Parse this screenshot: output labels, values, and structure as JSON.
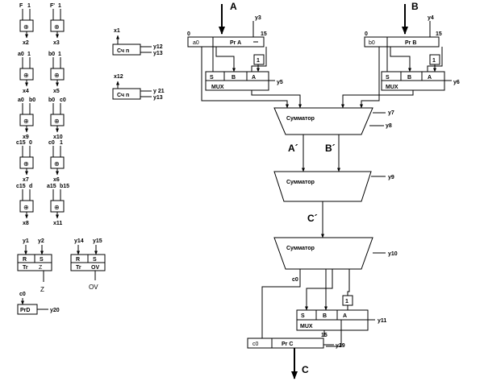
{
  "xor_gates": [
    {
      "in1": "F",
      "in2": "1",
      "out": "x2"
    },
    {
      "in1": "F'",
      "in2": "1",
      "out": "x3"
    },
    {
      "in1": "a0",
      "in2": "1",
      "out": "x4"
    },
    {
      "in1": "b0",
      "in2": "1",
      "out": "x5"
    },
    {
      "in1": "a0",
      "in2": "b0",
      "out": "x9"
    },
    {
      "in1": "b0",
      "in2": "c0",
      "out": "x10"
    },
    {
      "in1": "c15",
      "in2": "0",
      "out": "x7"
    },
    {
      "in1": "c0",
      "in2": "1",
      "out": "x6"
    },
    {
      "in1": "c15",
      "in2": "d",
      "out": "x8"
    },
    {
      "in1": "a15",
      "in2": "b15",
      "out": "x11"
    }
  ],
  "gate_symbol": "⊕",
  "counters": [
    {
      "label": "Сч n",
      "out": "x1",
      "sig1": "y12",
      "sig2": "y13"
    },
    {
      "label": "Сч n",
      "out": "x12",
      "sig1": "y 21",
      "sig2": "y13"
    }
  ],
  "flipflops": [
    {
      "in_r": "y1",
      "in_s": "y2",
      "r": "R",
      "s": "S",
      "tr": "Tr",
      "q": "Z",
      "out": "Z"
    },
    {
      "in_r": "y14",
      "in_s": "y15",
      "r": "R",
      "s": "S",
      "tr": "Tr",
      "q": "OV",
      "out": "OV"
    }
  ],
  "prd": {
    "in": "c0",
    "label": "PrD",
    "sig": "y20"
  },
  "reg_a": {
    "bus": "A",
    "bit0": "0",
    "low": "a0",
    "label": "Pr A",
    "bit15": "15",
    "sig": "y3"
  },
  "reg_b": {
    "bus": "B",
    "bit0": "0",
    "low": "b0",
    "label": "Pr B",
    "bit15": "15",
    "sig": "y4"
  },
  "mux_a": {
    "s": "S",
    "b": "B",
    "a": "A",
    "label": "MUX",
    "const": "1",
    "sig": "y5"
  },
  "mux_b": {
    "s": "S",
    "b": "B",
    "a": "A",
    "label": "MUX",
    "const": "1",
    "sig": "y6"
  },
  "adder1": {
    "label": "Сумматор",
    "sig1": "y7",
    "sig2": "y8"
  },
  "bus_a_prime": "A´",
  "bus_b_prime": "B´",
  "adder2": {
    "label": "Сумматор",
    "sig": "y9"
  },
  "bus_c_prime": "C´",
  "adder3": {
    "label": "Сумматор",
    "sig": "y10"
  },
  "carry": "c0",
  "mux_c": {
    "s": "S",
    "b": "B",
    "a": "A",
    "label": "MUX",
    "const": "1",
    "sig": "y11"
  },
  "reg_c": {
    "low": "c0",
    "label": "Pr C",
    "bit15": "15",
    "sig": "y19"
  },
  "bus_c_out": "C"
}
